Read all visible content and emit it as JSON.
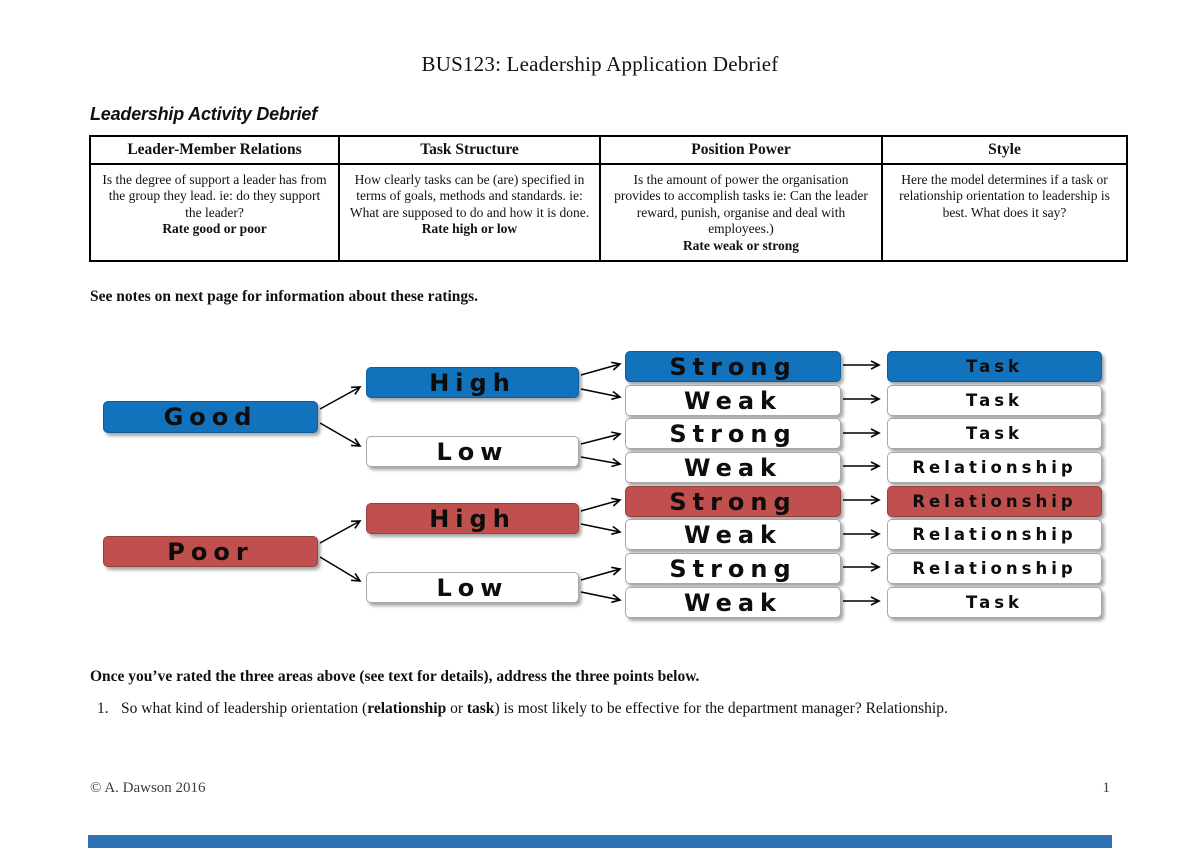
{
  "page": {
    "title": "BUS123: Leadership Application Debrief",
    "section_heading": "Leadership Activity Debrief",
    "note_after_table": "See notes on next page for information about these ratings.",
    "instruction": "Once you’ve rated the three areas above (see text for details), address the three points below.",
    "footer": {
      "copyright": "© A. Dawson 2016",
      "page_number": "1"
    }
  },
  "table": {
    "columns": [
      {
        "header": "Leader-Member Relations",
        "body": "Is the degree of support a leader has from the group they lead. ie: do they support the leader?",
        "rate": "Rate good or poor"
      },
      {
        "header": "Task Structure",
        "body": "How clearly tasks can be (are) specified in terms of goals, methods and standards.  ie: What are supposed to do and how it is done.",
        "rate": "Rate high or low"
      },
      {
        "header": "Position Power",
        "body": "Is the amount of power the organisation provides to accomplish tasks ie: Can the leader reward, punish, organise and deal with employees.)",
        "rate": "Rate weak or strong"
      },
      {
        "header": "Style",
        "body": "Here the model determines if a task or relationship orientation to leadership is best.  What does it say?",
        "rate": ""
      }
    ]
  },
  "question": {
    "number": "1.",
    "pre": "So what kind of leadership orientation (",
    "bold1": "relationship",
    "mid": " or ",
    "bold2": "task",
    "post": ") is most likely to be effective for the department manager?  Relationship."
  },
  "diagram": {
    "nodes": [
      {
        "label": "Good",
        "variant": "blue"
      },
      {
        "label": "Poor",
        "variant": "red"
      },
      {
        "label": "High",
        "variant": "blue"
      },
      {
        "label": "Low",
        "variant": "white"
      },
      {
        "label": "High",
        "variant": "red"
      },
      {
        "label": "Low",
        "variant": "white"
      },
      {
        "label": "Strong",
        "variant": "blue"
      },
      {
        "label": "Weak",
        "variant": "white"
      },
      {
        "label": "Strong",
        "variant": "white"
      },
      {
        "label": "Weak",
        "variant": "white"
      },
      {
        "label": "Strong",
        "variant": "red"
      },
      {
        "label": "Weak",
        "variant": "white"
      },
      {
        "label": "Strong",
        "variant": "white"
      },
      {
        "label": "Weak",
        "variant": "white"
      },
      {
        "label": "Task",
        "variant": "blue"
      },
      {
        "label": "Task",
        "variant": "white"
      },
      {
        "label": "Task",
        "variant": "white"
      },
      {
        "label": "Relationship",
        "variant": "white"
      },
      {
        "label": "Relationship",
        "variant": "red"
      },
      {
        "label": "Relationship",
        "variant": "white"
      },
      {
        "label": "Relationship",
        "variant": "white"
      },
      {
        "label": "Task",
        "variant": "white"
      }
    ],
    "paths": [
      {
        "relations": "Good",
        "task_structure": "High",
        "position_power": "Strong",
        "style": "Task"
      },
      {
        "relations": "Good",
        "task_structure": "High",
        "position_power": "Weak",
        "style": "Task"
      },
      {
        "relations": "Good",
        "task_structure": "Low",
        "position_power": "Strong",
        "style": "Task"
      },
      {
        "relations": "Good",
        "task_structure": "Low",
        "position_power": "Weak",
        "style": "Relationship"
      },
      {
        "relations": "Poor",
        "task_structure": "High",
        "position_power": "Strong",
        "style": "Relationship"
      },
      {
        "relations": "Poor",
        "task_structure": "High",
        "position_power": "Weak",
        "style": "Relationship"
      },
      {
        "relations": "Poor",
        "task_structure": "Low",
        "position_power": "Strong",
        "style": "Relationship"
      },
      {
        "relations": "Poor",
        "task_structure": "Low",
        "position_power": "Weak",
        "style": "Task"
      }
    ]
  },
  "colors": {
    "box_blue": "#1272BC",
    "box_red": "#C0504D",
    "box_white": "#FFFFFF",
    "next_page_bar": "#2E74B5"
  }
}
